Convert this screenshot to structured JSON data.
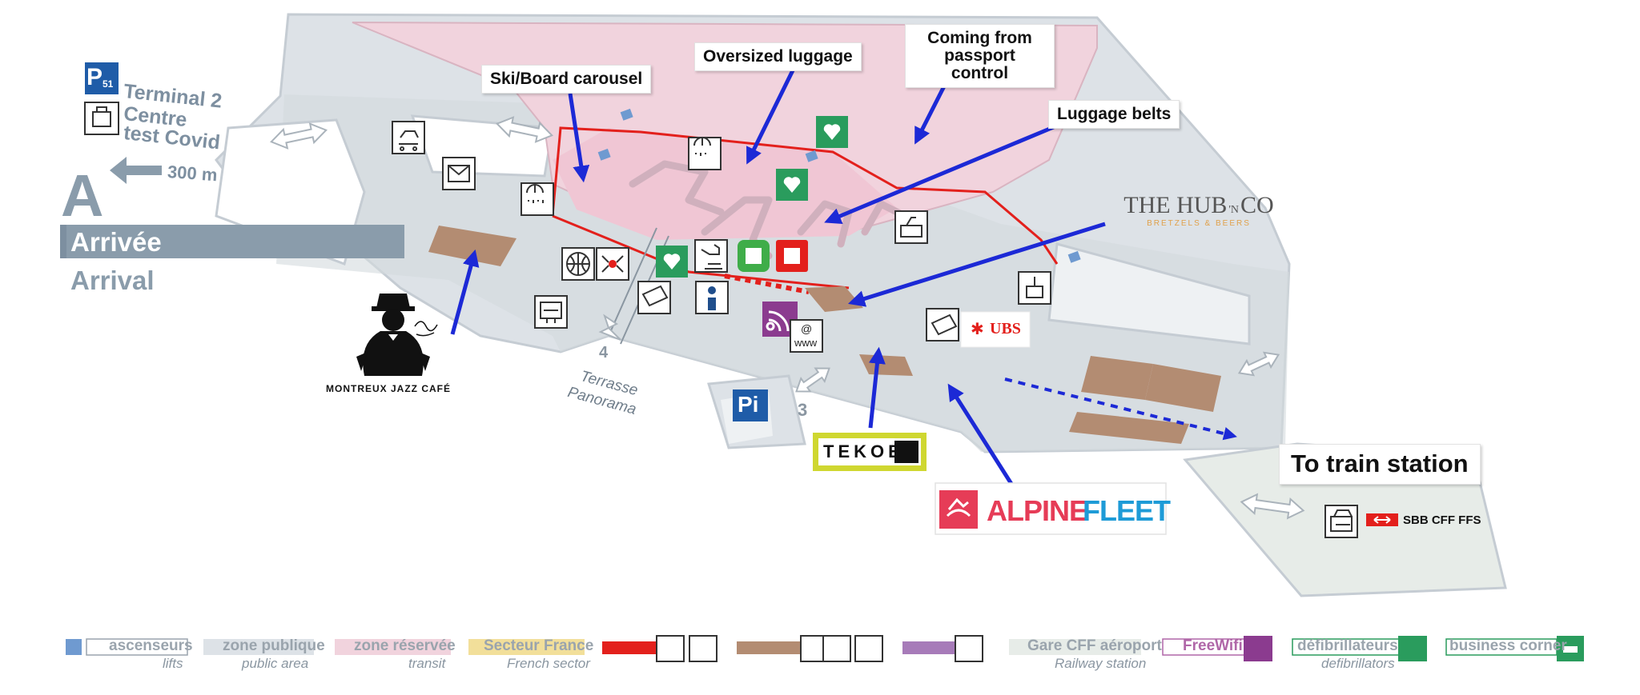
{
  "colors": {
    "public_area": "#dde2e7",
    "reserved_area": "#f1d3dd",
    "railway": "#e7ece8",
    "wall": "#c9cfd5",
    "shop": "#b38c72",
    "arrow": "#1c29d6",
    "green": "#2a9c5d",
    "purple": "#8b3b8f",
    "red": "#e3201c",
    "section_blue": "#7d8fa0",
    "lift_blue": "#6f9ad0",
    "france_yellow": "#f2df9a"
  },
  "callouts": {
    "ski": "Ski/Board carousel",
    "oversized": "Oversized luggage",
    "passport": "Coming from passport control",
    "belts": "Luggage belts",
    "train": "To train station"
  },
  "nav": {
    "parking_badge": "P",
    "parking_sub": "51",
    "terminal": "Terminal 2",
    "covid_line1": "Centre",
    "covid_line2": "test Covid",
    "distance": "300 m",
    "section_letter": "A",
    "arrivee": "Arrivée",
    "arrival": "Arrival"
  },
  "map_labels": {
    "terrasse_num": "4",
    "terrasse_1": "Terrasse",
    "terrasse_2": "Panorama",
    "num3": "3",
    "pi": "Pi",
    "www_at": "@",
    "www": "www"
  },
  "brands": {
    "jazz": "MONTREUX JAZZ CAFÉ",
    "hub_main": "THE HUB",
    "hub_n": "'N",
    "hub_co": "CO",
    "hub_sub": "BRETZELS & BEERS",
    "tekoe": "TEKOE",
    "ubs": "UBS",
    "alpine1": "ALPINE",
    "alpine2": "FLEET",
    "sbb": "SBB CFF FFS"
  },
  "legend": [
    {
      "main": "ascenseurs",
      "sub": "lifts"
    },
    {
      "main": "zone publique",
      "sub": "public area"
    },
    {
      "main": "zone réservée",
      "sub": "transit"
    },
    {
      "main": "Secteur France",
      "sub": "French sector"
    },
    {
      "main": "Gare CFF aéroport",
      "sub": "Railway station"
    },
    {
      "main": "FreeWifi",
      "sub": ""
    },
    {
      "main": "défibrillateurs",
      "sub": "defibrillators"
    },
    {
      "main": "business corner",
      "sub": ""
    }
  ],
  "icons": {
    "ski_icon": "shower-icon",
    "aed": "defibrillator-icon",
    "info": "i"
  }
}
